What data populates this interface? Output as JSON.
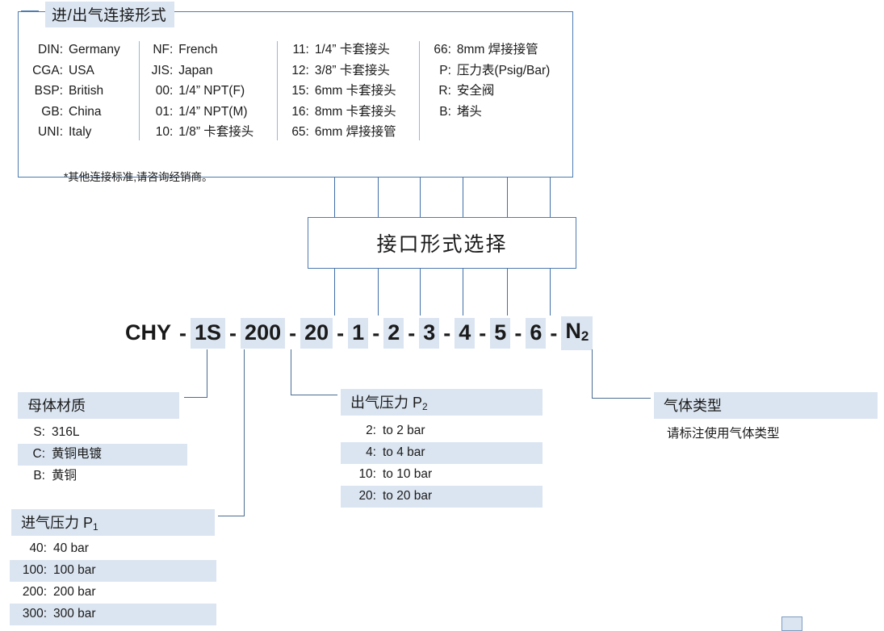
{
  "connection_panel": {
    "title": "进/出气连接形式",
    "note": "*其他连接标准,请咨询经销商。",
    "columns": [
      {
        "entries": [
          {
            "key": "DIN:",
            "value": "Germany"
          },
          {
            "key": "CGA:",
            "value": "USA"
          },
          {
            "key": "BSP:",
            "value": "British"
          },
          {
            "key": "GB:",
            "value": "China"
          },
          {
            "key": "UNI:",
            "value": "Italy"
          }
        ]
      },
      {
        "entries": [
          {
            "key": "NF:",
            "value": "French"
          },
          {
            "key": "JIS:",
            "value": "Japan"
          },
          {
            "key": "00:",
            "value": "1/4” NPT(F)"
          },
          {
            "key": "01:",
            "value": "1/4” NPT(M)"
          },
          {
            "key": "10:",
            "value": "1/8” 卡套接头"
          }
        ]
      },
      {
        "entries": [
          {
            "key": "11:",
            "value": "1/4” 卡套接头"
          },
          {
            "key": "12:",
            "value": "3/8” 卡套接头"
          },
          {
            "key": "15:",
            "value": "6mm 卡套接头"
          },
          {
            "key": "16:",
            "value": "8mm 卡套接头"
          },
          {
            "key": "65:",
            "value": "6mm 焊接接管"
          }
        ]
      },
      {
        "entries": [
          {
            "key": "66:",
            "value": "8mm 焊接接管"
          },
          {
            "key": "P:",
            "value": "压力表(Psig/Bar)"
          },
          {
            "key": "R:",
            "value": "安全阀"
          },
          {
            "key": "B:",
            "value": "堵头"
          }
        ]
      }
    ]
  },
  "interface_box": {
    "label": "接口形式选择"
  },
  "product_code": {
    "segments": [
      {
        "text": "CHY",
        "highlight": false
      },
      {
        "text": "-",
        "separator": true
      },
      {
        "text": "1S",
        "highlight": true
      },
      {
        "text": "-",
        "separator": true
      },
      {
        "text": "200",
        "highlight": true
      },
      {
        "text": "-",
        "separator": true
      },
      {
        "text": "20",
        "highlight": true
      },
      {
        "text": "-",
        "separator": true
      },
      {
        "text": "1",
        "highlight": true
      },
      {
        "text": "-",
        "separator": true
      },
      {
        "text": "2",
        "highlight": true
      },
      {
        "text": "-",
        "separator": true
      },
      {
        "text": "3",
        "highlight": true
      },
      {
        "text": "-",
        "separator": true
      },
      {
        "text": "4",
        "highlight": true
      },
      {
        "text": "-",
        "separator": true
      },
      {
        "text": "5",
        "highlight": true
      },
      {
        "text": "-",
        "separator": true
      },
      {
        "text": "6",
        "highlight": true
      },
      {
        "text": "-",
        "separator": true
      },
      {
        "text": "N",
        "highlight": true,
        "subscript": "2"
      }
    ]
  },
  "body_material": {
    "title": "母体材质",
    "rows": [
      {
        "key": "S:",
        "value": "316L",
        "highlight": false
      },
      {
        "key": "C:",
        "value": "黄铜电镀",
        "highlight": true
      },
      {
        "key": "B:",
        "value": "黄铜",
        "highlight": false
      }
    ]
  },
  "inlet_pressure": {
    "title": "进气压力 P",
    "title_sub": "1",
    "rows": [
      {
        "key": "40:",
        "value": "40 bar",
        "highlight": false
      },
      {
        "key": "100:",
        "value": "100 bar",
        "highlight": true
      },
      {
        "key": "200:",
        "value": "200 bar",
        "highlight": false
      },
      {
        "key": "300:",
        "value": "300 bar",
        "highlight": true
      }
    ]
  },
  "outlet_pressure": {
    "title": "出气压力 P",
    "title_sub": "2",
    "rows": [
      {
        "key": "2:",
        "value": "to 2 bar",
        "highlight": false
      },
      {
        "key": "4:",
        "value": "to 4 bar",
        "highlight": true
      },
      {
        "key": "10:",
        "value": "to 10 bar",
        "highlight": false
      },
      {
        "key": "20:",
        "value": "to 20 bar",
        "highlight": true
      }
    ]
  },
  "gas_type": {
    "title": "气体类型",
    "note": "请标注使用气体类型"
  },
  "colors": {
    "highlight": "#dbe5f1",
    "border": "#4e7bb0",
    "connector": "#4a6c93",
    "text": "#1a1a1a"
  }
}
